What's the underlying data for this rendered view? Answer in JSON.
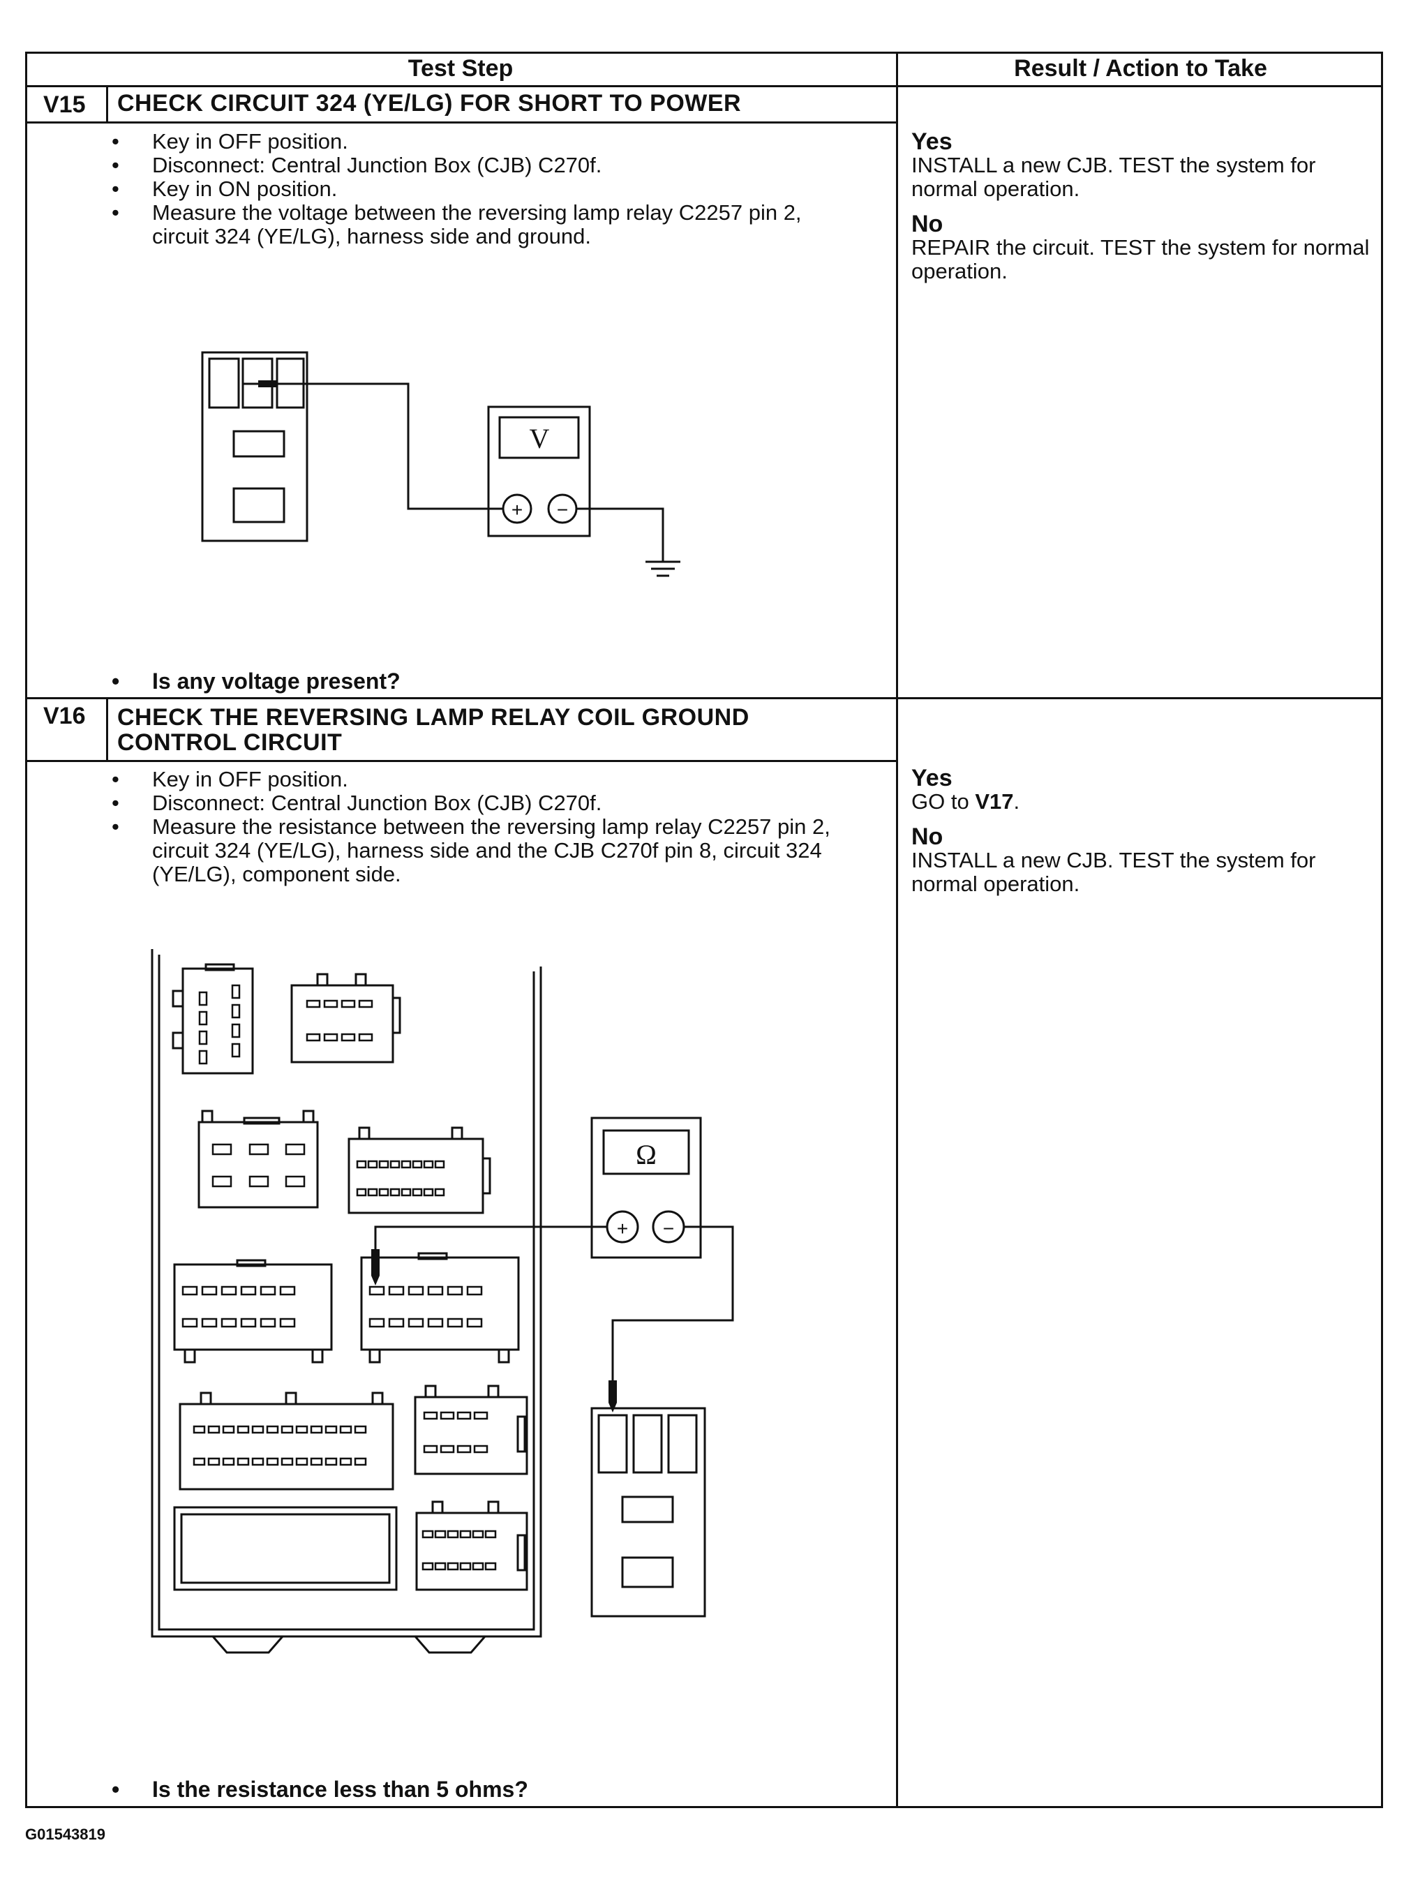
{
  "header": {
    "col_test_step": "Test Step",
    "col_result": "Result / Action to Take"
  },
  "steps": [
    {
      "id": "V15",
      "title_lines": [
        "CHECK CIRCUIT 324 (YE/LG) FOR SHORT TO POWER"
      ],
      "bullets": [
        "Key in OFF position.",
        "Disconnect: Central Junction Box (CJB) C270f.",
        "Key in ON position.",
        "Measure the voltage between the reversing lamp relay C2257 pin 2, circuit 324 (YE/LG), harness side and ground."
      ],
      "meter_symbol": "V",
      "meter_plus": "+",
      "meter_minus": "−",
      "question": "Is any voltage present?",
      "results": [
        {
          "label": "Yes",
          "text": "INSTALL a new CJB. TEST the system for normal operation."
        },
        {
          "label": "No",
          "text": "REPAIR the circuit. TEST the system for normal operation."
        }
      ]
    },
    {
      "id": "V16",
      "title_lines": [
        "CHECK THE REVERSING LAMP RELAY COIL GROUND",
        "CONTROL CIRCUIT"
      ],
      "bullets": [
        "Key in OFF position.",
        "Disconnect: Central Junction Box (CJB) C270f.",
        "Measure the resistance between the reversing lamp relay C2257 pin 2, circuit 324 (YE/LG), harness side and the CJB C270f pin 8, circuit 324 (YE/LG), component side."
      ],
      "meter_symbol": "Ω",
      "meter_plus": "+",
      "meter_minus": "−",
      "question": "Is the resistance less than 5 ohms?",
      "results": [
        {
          "label": "Yes",
          "text_prefix": "GO to ",
          "text_bold": "V17",
          "text_suffix": "."
        },
        {
          "label": "No",
          "text": "INSTALL a new CJB. TEST the system for normal operation."
        }
      ]
    }
  ],
  "figure_code": "G01543819"
}
